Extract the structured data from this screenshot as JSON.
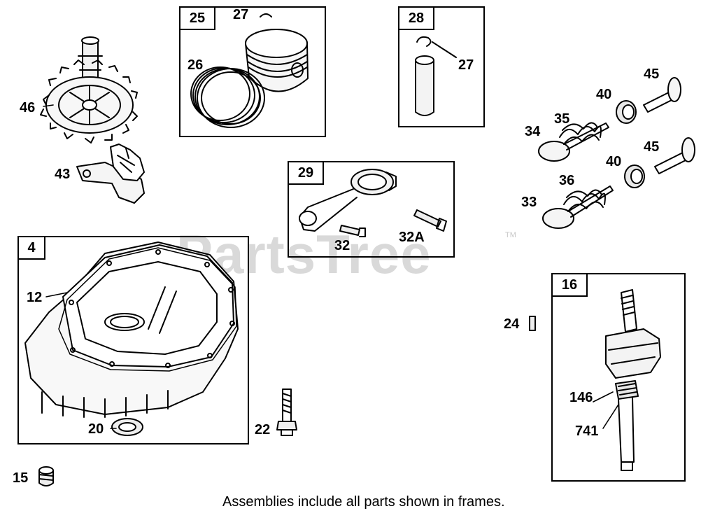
{
  "watermark": {
    "text": "PartsTree",
    "trademark": "TM"
  },
  "footer_note": "Assemblies include all parts shown in frames.",
  "frames": {
    "f25": "25",
    "f28": "28",
    "f29": "29",
    "f4": "4",
    "f16": "16"
  },
  "callouts": {
    "c46": "46",
    "c43": "43",
    "c27a": "27",
    "c26": "26",
    "c27b": "27",
    "c45a": "45",
    "c40a": "40",
    "c35": "35",
    "c34": "34",
    "c45b": "45",
    "c40b": "40",
    "c36": "36",
    "c33": "33",
    "c32": "32",
    "c32A": "32A",
    "c12": "12",
    "c20": "20",
    "c22": "22",
    "c24": "24",
    "c146": "146",
    "c741": "741",
    "c15": "15"
  }
}
